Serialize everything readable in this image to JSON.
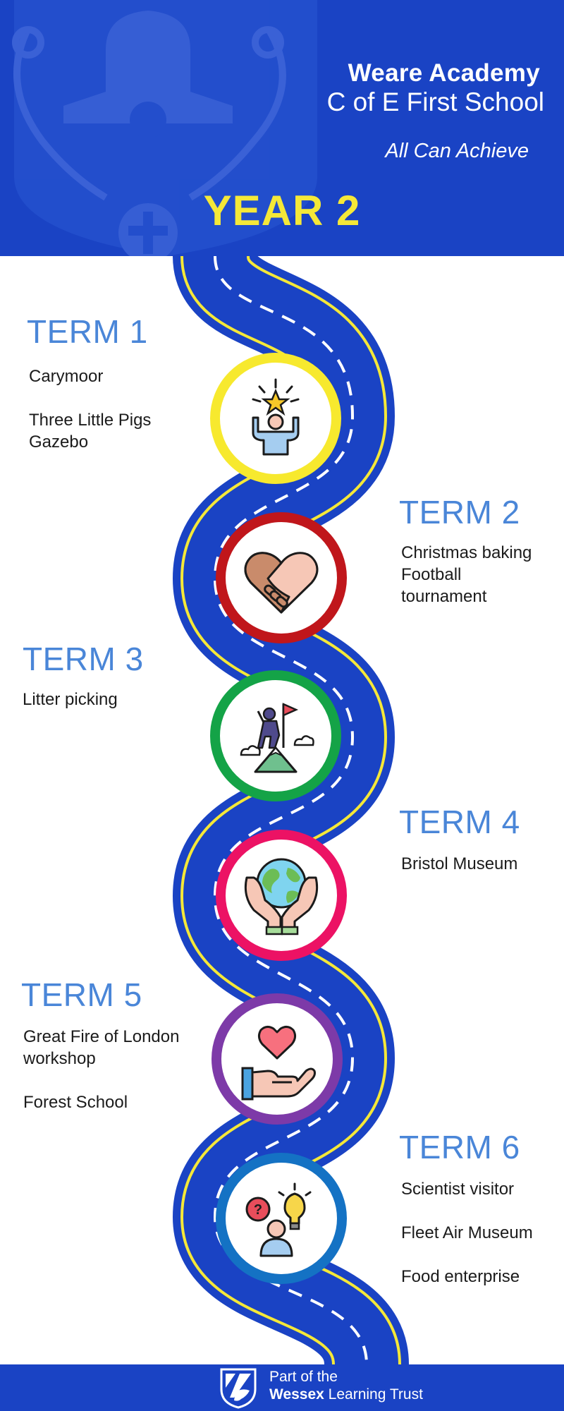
{
  "header": {
    "school_line1": "Weare Academy",
    "school_line2": "C of E First School",
    "motto": "All Can Achieve",
    "year": "YEAR 2",
    "background_color": "#1a43c4",
    "year_color": "#f5e838"
  },
  "terms": [
    {
      "title": "TERM 1",
      "items": [
        "Carymoor",
        "Three Little Pigs\nGazebo"
      ],
      "ring_color": "#f7e92e",
      "icon": "achievement-star-person-icon"
    },
    {
      "title": "TERM 2",
      "items": [
        "Christmas baking\nFootball\ntournament"
      ],
      "ring_color": "#c0161b",
      "icon": "handshake-heart-icon"
    },
    {
      "title": "TERM 3",
      "items": [
        "Litter picking"
      ],
      "ring_color": "#14a347",
      "icon": "mountain-flag-climber-icon"
    },
    {
      "title": "TERM 4",
      "items": [
        "Bristol Museum"
      ],
      "ring_color": "#ec1264",
      "icon": "hands-holding-earth-icon"
    },
    {
      "title": "TERM 5",
      "items": [
        "Great Fire of London\nworkshop",
        "Forest School"
      ],
      "ring_color": "#7d3aa8",
      "icon": "hand-holding-heart-icon"
    },
    {
      "title": "TERM 6",
      "items": [
        "Scientist visitor",
        "Fleet Air Museum",
        "Food enterprise"
      ],
      "ring_color": "#1472c4",
      "icon": "question-lightbulb-person-icon"
    }
  ],
  "footer": {
    "line1": "Part of the",
    "line2_bold": "Wessex",
    "line2_rest": " Learning Trust"
  }
}
